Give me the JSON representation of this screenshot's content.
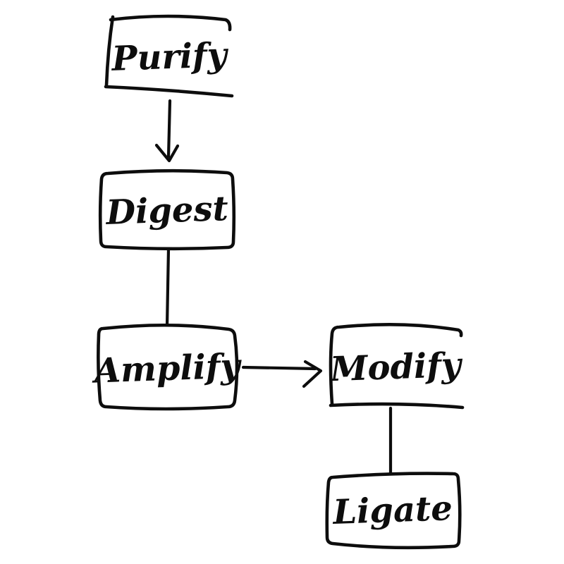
{
  "diagram": {
    "background": "#ffffff",
    "stroke_color": "#0d0d0d",
    "style": "hand-drawn-sketch",
    "nodes": [
      {
        "id": "purify",
        "label": "Purify"
      },
      {
        "id": "digest",
        "label": "Digest"
      },
      {
        "id": "amplify",
        "label": "Amplify"
      },
      {
        "id": "modify",
        "label": "Modify"
      },
      {
        "id": "ligate",
        "label": "Ligate"
      }
    ],
    "edges": [
      {
        "from": "Purify",
        "to": "Digest",
        "connector": "arrow",
        "direction": "down"
      },
      {
        "from": "Digest",
        "to": "Amplify",
        "connector": "plain-line",
        "direction": "down"
      },
      {
        "from": "Amplify",
        "to": "Modify",
        "connector": "arrow",
        "direction": "right"
      },
      {
        "from": "Modify",
        "to": "Ligate",
        "connector": "plain-line",
        "direction": "down"
      }
    ]
  }
}
